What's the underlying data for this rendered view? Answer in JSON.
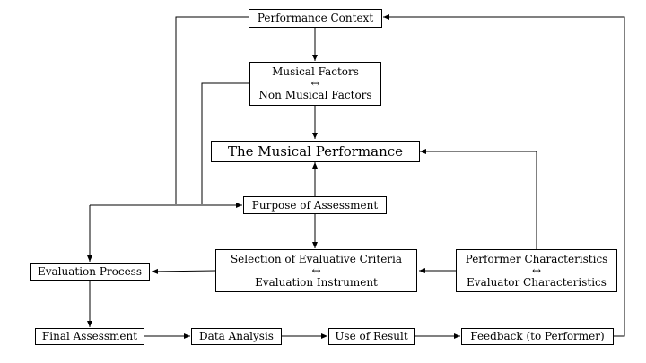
{
  "nodes": {
    "performance_context": "Performance Context",
    "musical_factors": {
      "line1": "Musical Factors",
      "arrow": "↔",
      "line2": "Non Musical Factors"
    },
    "musical_performance": "The Musical Performance",
    "purpose_of_assessment": "Purpose of Assessment",
    "selection_criteria": {
      "line1": "Selection of Evaluative Criteria",
      "arrow": "↔",
      "line2": "Evaluation Instrument"
    },
    "performer_characteristics": {
      "line1": "Performer Characteristics",
      "arrow": "↔",
      "line2": "Evaluator Characteristics"
    },
    "evaluation_process": "Evaluation Process",
    "final_assessment": "Final Assessment",
    "data_analysis": "Data Analysis",
    "use_of_result": "Use of Result",
    "feedback": "Feedback (to Performer)"
  }
}
